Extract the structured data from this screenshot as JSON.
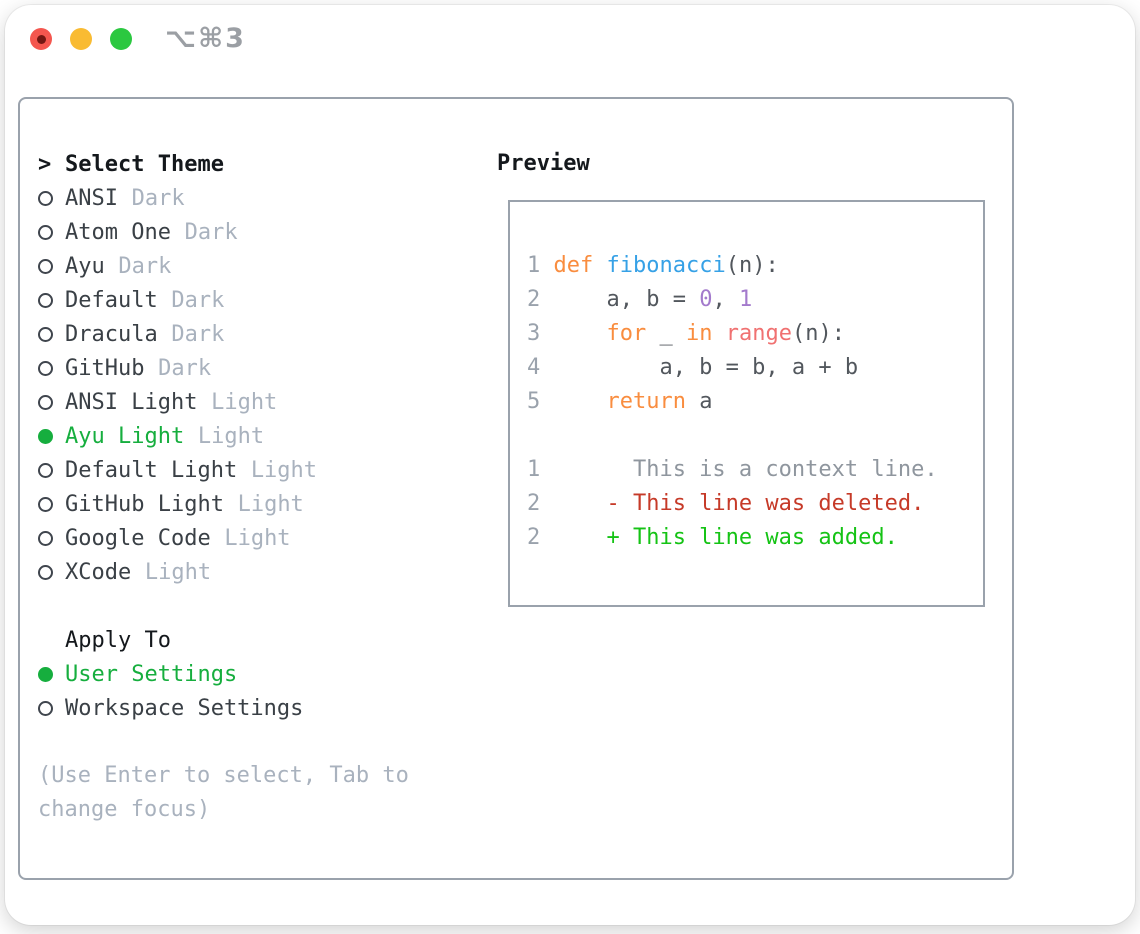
{
  "window": {
    "title": "⌥⌘3"
  },
  "theme_panel": {
    "prompt": ">",
    "header": "Select Theme",
    "items": [
      {
        "name": "ANSI",
        "variant": "Dark",
        "selected": false
      },
      {
        "name": "Atom One",
        "variant": "Dark",
        "selected": false
      },
      {
        "name": "Ayu",
        "variant": "Dark",
        "selected": false
      },
      {
        "name": "Default",
        "variant": "Dark",
        "selected": false
      },
      {
        "name": "Dracula",
        "variant": "Dark",
        "selected": false
      },
      {
        "name": "GitHub",
        "variant": "Dark",
        "selected": false
      },
      {
        "name": "ANSI Light",
        "variant": "Light",
        "selected": false
      },
      {
        "name": "Ayu Light",
        "variant": "Light",
        "selected": true
      },
      {
        "name": "Default Light",
        "variant": "Light",
        "selected": false
      },
      {
        "name": "GitHub Light",
        "variant": "Light",
        "selected": false
      },
      {
        "name": "Google Code",
        "variant": "Light",
        "selected": false
      },
      {
        "name": "XCode",
        "variant": "Light",
        "selected": false
      }
    ],
    "apply_to": {
      "header": "Apply To",
      "options": [
        {
          "label": "User Settings",
          "selected": true
        },
        {
          "label": "Workspace Settings",
          "selected": false
        }
      ]
    },
    "hint": "(Use Enter to select, Tab to change focus)"
  },
  "preview": {
    "title": "Preview",
    "lines": [
      {
        "num": "1",
        "segments": [
          {
            "type": "keyword",
            "text": "def"
          },
          {
            "type": "plain",
            "text": " "
          },
          {
            "type": "function",
            "text": "fibonacci"
          },
          {
            "type": "plain",
            "text": "(n):"
          }
        ]
      },
      {
        "num": "2",
        "segments": [
          {
            "type": "plain",
            "text": "    a, b = "
          },
          {
            "type": "number",
            "text": "0"
          },
          {
            "type": "plain",
            "text": ", "
          },
          {
            "type": "number",
            "text": "1"
          }
        ]
      },
      {
        "num": "3",
        "segments": [
          {
            "type": "plain",
            "text": "    "
          },
          {
            "type": "keyword",
            "text": "for"
          },
          {
            "type": "plain",
            "text": " _ "
          },
          {
            "type": "keyword",
            "text": "in"
          },
          {
            "type": "plain",
            "text": " "
          },
          {
            "type": "call",
            "text": "range"
          },
          {
            "type": "plain",
            "text": "(n):"
          }
        ]
      },
      {
        "num": "4",
        "segments": [
          {
            "type": "plain",
            "text": "        a, b = b, a + b"
          }
        ]
      },
      {
        "num": "5",
        "segments": [
          {
            "type": "plain",
            "text": "    "
          },
          {
            "type": "keyword",
            "text": "return"
          },
          {
            "type": "plain",
            "text": " a"
          }
        ]
      },
      {
        "num": "",
        "segments": []
      },
      {
        "num": "1",
        "segments": [
          {
            "type": "context",
            "text": "      This is a context line."
          }
        ]
      },
      {
        "num": "2",
        "segments": [
          {
            "type": "deleted",
            "text": "    - This line was deleted."
          }
        ]
      },
      {
        "num": "2",
        "segments": [
          {
            "type": "added",
            "text": "    + This line was added."
          }
        ]
      }
    ]
  },
  "colors": {
    "traffic_red": "#F4564E",
    "traffic_red_dot": "#731712",
    "traffic_yellow": "#F9BB32",
    "traffic_green": "#2BC840",
    "titlebar_gray": "#9B9FA4",
    "border_gray": "#9AA2AC",
    "header_dark": "#14181C",
    "text_dark": "#3A4046",
    "muted_gray": "#A9B2BE",
    "accent_green": "#16AE3E",
    "radio_gray": "#3F454D",
    "lineno_gray": "#9AA2AC",
    "code_fg": "#52575D",
    "keyword_orange": "#F98D3F",
    "function_blue": "#36A1E6",
    "call_coral": "#F07171",
    "number_purple": "#A37ACC",
    "context_gray": "#8F969E",
    "deleted_red": "#C63A28",
    "added_green": "#15C315"
  }
}
